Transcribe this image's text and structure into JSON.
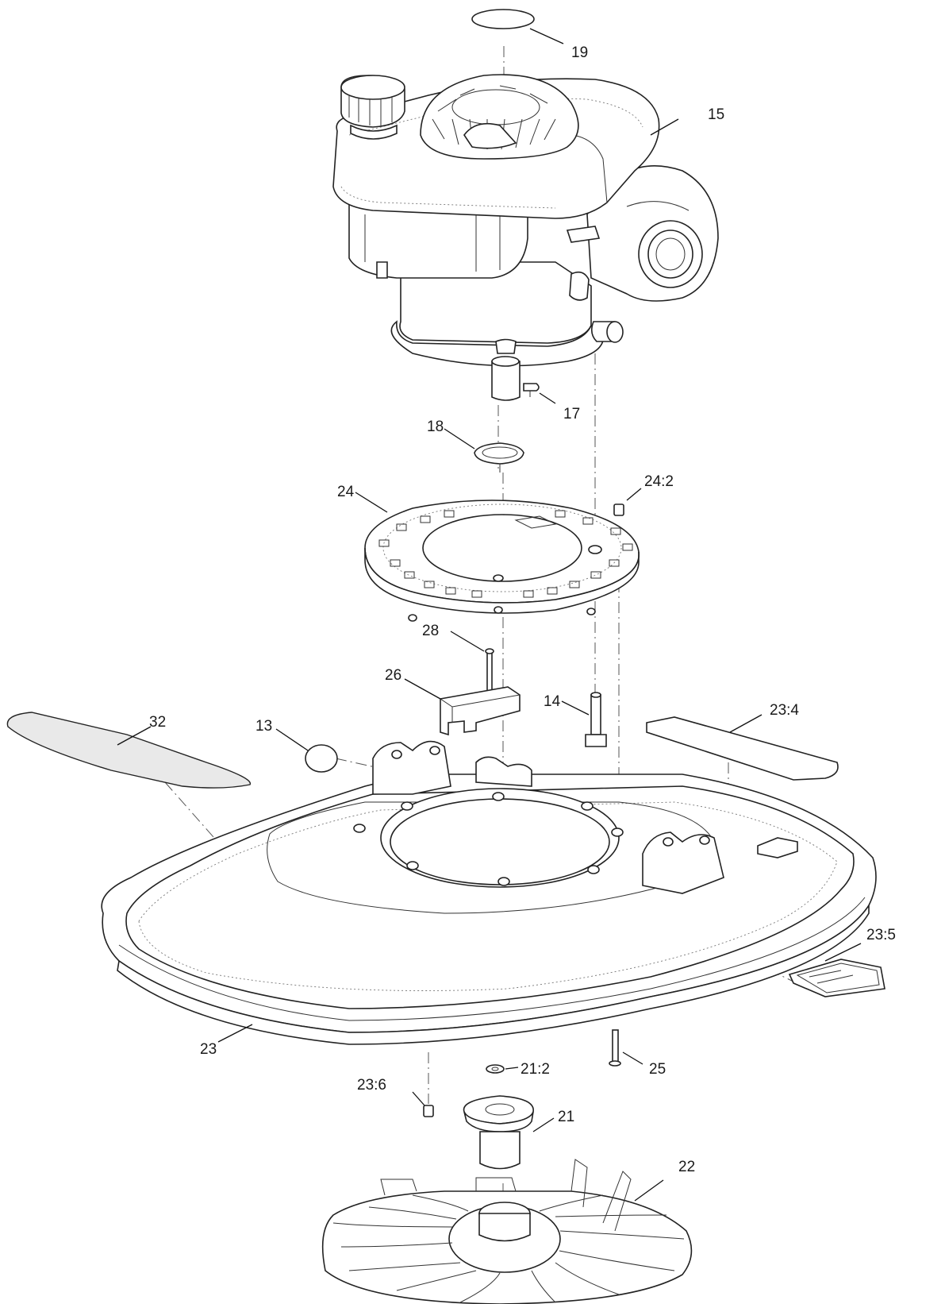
{
  "callouts": [
    {
      "id": "19",
      "text": "19"
    },
    {
      "id": "15",
      "text": "15"
    },
    {
      "id": "17",
      "text": "17"
    },
    {
      "id": "18",
      "text": "18"
    },
    {
      "id": "24",
      "text": "24"
    },
    {
      "id": "24_2",
      "text": "24:2"
    },
    {
      "id": "28",
      "text": "28"
    },
    {
      "id": "26",
      "text": "26"
    },
    {
      "id": "14",
      "text": "14"
    },
    {
      "id": "32",
      "text": "32"
    },
    {
      "id": "13",
      "text": "13"
    },
    {
      "id": "23_4",
      "text": "23:4"
    },
    {
      "id": "23_5",
      "text": "23:5"
    },
    {
      "id": "23",
      "text": "23"
    },
    {
      "id": "25",
      "text": "25"
    },
    {
      "id": "21_2",
      "text": "21:2"
    },
    {
      "id": "23_6",
      "text": "23:6"
    },
    {
      "id": "21",
      "text": "21"
    },
    {
      "id": "22",
      "text": "22"
    }
  ]
}
